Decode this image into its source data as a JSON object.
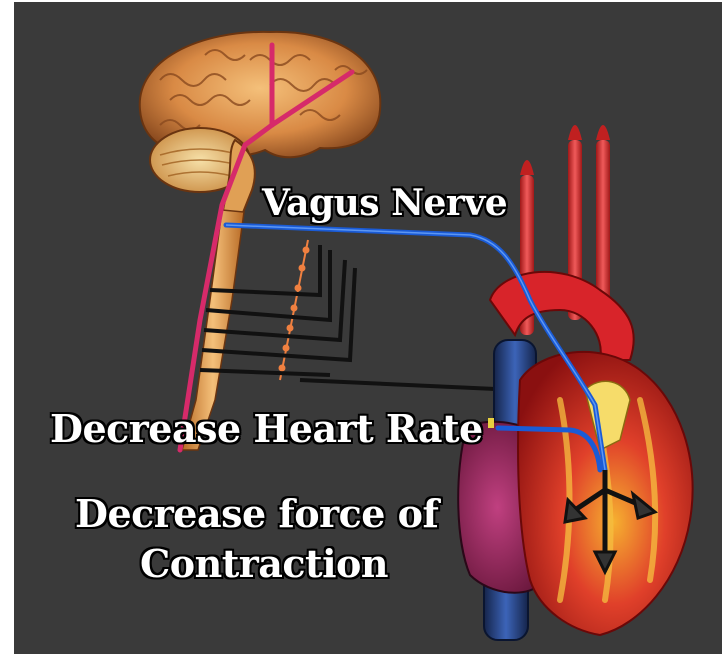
{
  "labels": {
    "vagus_nerve": "Vagus Nerve",
    "decrease_heart_rate": "Decrease Heart Rate",
    "decrease_force_line1": "Decrease force of",
    "decrease_force_line2": "Contraction"
  },
  "colors": {
    "background": "#3a3a3a",
    "border": "#ffffff",
    "vagus_nerve": "#1a5bd6",
    "sympathetic_nerve": "#d62a6a",
    "brain": "#d98a45",
    "heart": "#d8242a",
    "vein": "#2a4f9a",
    "spinal_cord": "#e8a050",
    "text": "#ffffff"
  },
  "icons": {
    "brain": "brain-illustration",
    "heart": "heart-illustration",
    "spine": "spinal-cord-illustration"
  }
}
